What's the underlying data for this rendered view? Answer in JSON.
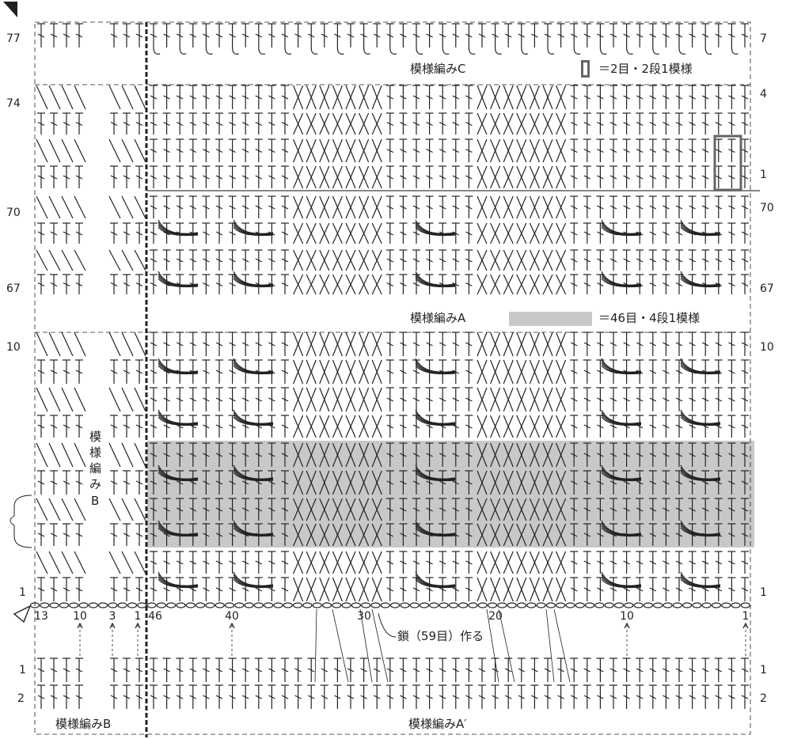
{
  "title_labels": {
    "pattern_c": "模様編みC",
    "pattern_c_repeat": "＝2目・2段1模様",
    "pattern_a": "模様編みA",
    "pattern_a_repeat": "＝46目・4段1模様",
    "pattern_b_vertical": [
      "模",
      "様",
      "編",
      "み",
      "B"
    ],
    "chain_note": "鎖（59目）作る",
    "footer_b": "模様編みB",
    "footer_a": "模様編みA′"
  },
  "row_numbers_left": [
    "77",
    "74",
    "70",
    "67",
    "10",
    "1",
    "1",
    "2"
  ],
  "row_numbers_right": [
    "7",
    "4",
    "1",
    "70",
    "67",
    "10",
    "1",
    "1",
    "2"
  ],
  "stitch_numbers": [
    "13",
    "10",
    "3",
    "1",
    "46",
    "40",
    "30",
    "20",
    "10",
    "1"
  ],
  "colors": {
    "ink": "#222222",
    "highlight": "#c8c8c8",
    "box": "#666666",
    "guide": "#888888"
  }
}
